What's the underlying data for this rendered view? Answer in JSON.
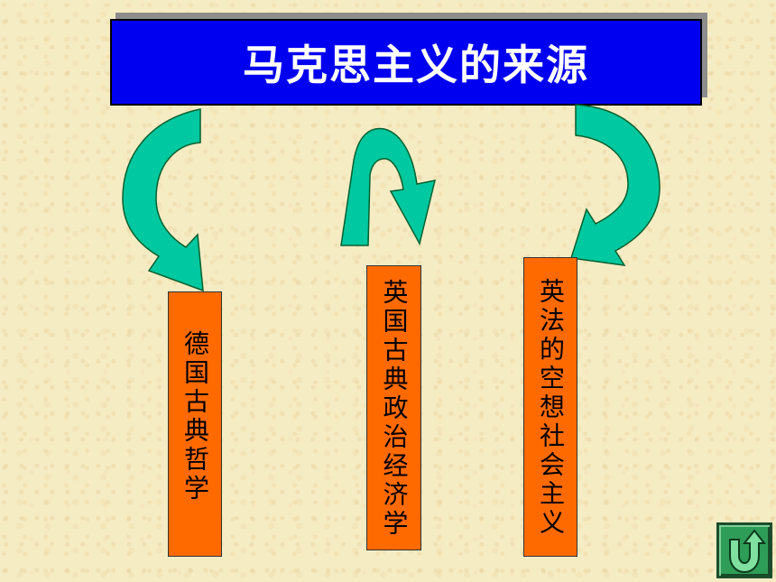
{
  "title": "马克思主义的来源",
  "sources": [
    {
      "label": "德国古典哲学"
    },
    {
      "label": "英国古典政治经济学"
    },
    {
      "label": "英法的空想社会主义"
    }
  ],
  "colors": {
    "background": "#f6ecc4",
    "title_bg": "#0000f0",
    "title_text": "#ffffff",
    "box_fill": "#ff6a00",
    "arrow_fill": "#00c8a0",
    "arrow_outline": "#00602e",
    "home_button": "#2e9d57"
  },
  "icons": {
    "arrows": "curved-arrow-icon",
    "home_button": "return-icon"
  }
}
